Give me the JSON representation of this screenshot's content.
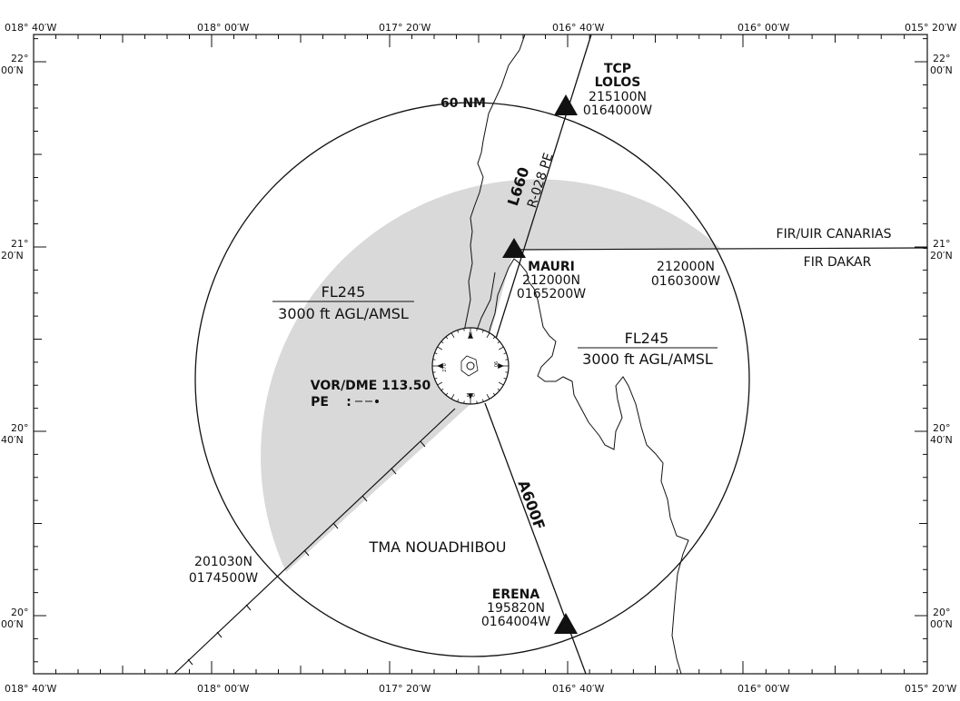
{
  "grid": {
    "lon_top": [
      "018° 40′W",
      "018° 00′W",
      "017° 20′W",
      "016° 40′W",
      "016° 00′W",
      "015° 20′W"
    ],
    "lon_bottom": [
      "018° 40′W",
      "018° 00′W",
      "017° 20′W",
      "016° 40′W",
      "016° 00′W",
      "015° 20′W"
    ],
    "lat": [
      {
        "deg": "22°",
        "min": "00′N"
      },
      {
        "deg": "21°",
        "min": "20′N"
      },
      {
        "deg": "20°",
        "min": "40′N"
      },
      {
        "deg": "20°",
        "min": "00′N"
      }
    ]
  },
  "labels": {
    "range": "60 NM",
    "fir_north": "FIR/UIR CANARIAS",
    "fir_south": "FIR DAKAR",
    "fir_point_lat": "212000N",
    "fir_point_lon": "0160300W",
    "tma": "TMA NOUADHIBOU",
    "sw_point_lat": "201030N",
    "sw_point_lon": "0174500W",
    "airspace_west_fl": "FL245",
    "airspace_west_alt": "3000 ft AGL/AMSL",
    "airspace_east_fl": "FL245",
    "airspace_east_alt": "3000 ft AGL/AMSL",
    "vor_name": "VOR/DME 113.50",
    "vor_ident": "PE",
    "vor_morse": ":",
    "rose_n": "N",
    "rose_90": "90",
    "rose_180": "180",
    "rose_270": "270"
  },
  "airways": {
    "north_name": "L660",
    "north_radial": "R-028 PE",
    "south_name": "A600F"
  },
  "waypoints": {
    "lolos": {
      "line1": "TCP",
      "line2": "LOLOS",
      "lat": "215100N",
      "lon": "0164000W"
    },
    "mauri": {
      "name": "MAURI",
      "lat": "212000N",
      "lon": "0165200W"
    },
    "erena": {
      "name": "ERENA",
      "lat": "195820N",
      "lon": "0164004W"
    }
  },
  "colors": {
    "shaded": "#d9d9d9",
    "line": "#111111"
  }
}
